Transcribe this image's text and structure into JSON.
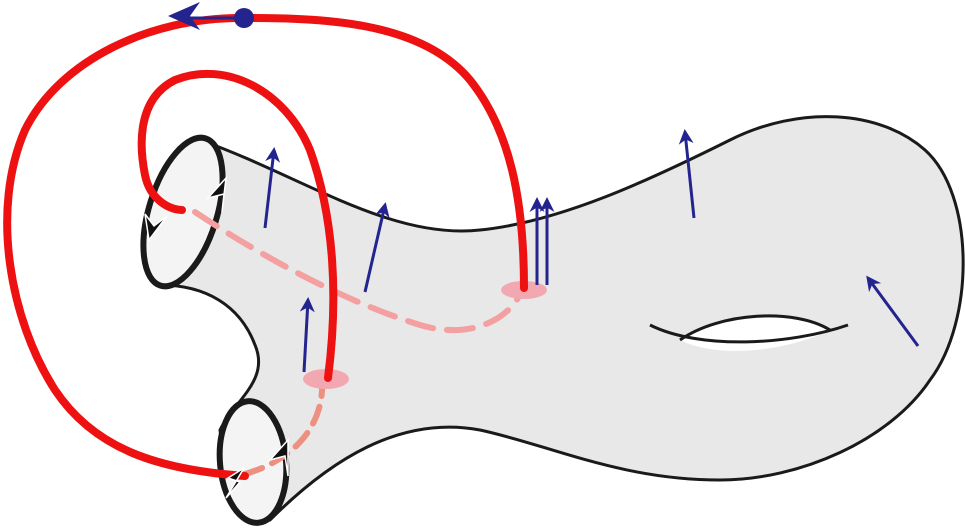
{
  "figure": {
    "kind": "surface-diagram",
    "colors": {
      "surface_fill": "#e8e8e8",
      "surface_stroke": "#1a1a1a",
      "boundary_fill": "#f4f4f4",
      "curve_red": "#ee1111",
      "curve_hidden": "#f4a0a0",
      "curve_hidden_lower": "#ee9080",
      "endpoint_disk": "#f2a8b0",
      "arrow_blue": "#24248f",
      "boundary_arrow": "#111111"
    },
    "elements": {
      "surface": "genus-one-surface-with-two-boundaries",
      "boundaries": [
        "upper-boundary-circle",
        "lower-boundary-circle"
      ],
      "curves": [
        "outer-red-loop",
        "inner-red-arc"
      ],
      "basepoint": "blue-basepoint",
      "vector_field": "blue-tangent-arrows"
    }
  }
}
